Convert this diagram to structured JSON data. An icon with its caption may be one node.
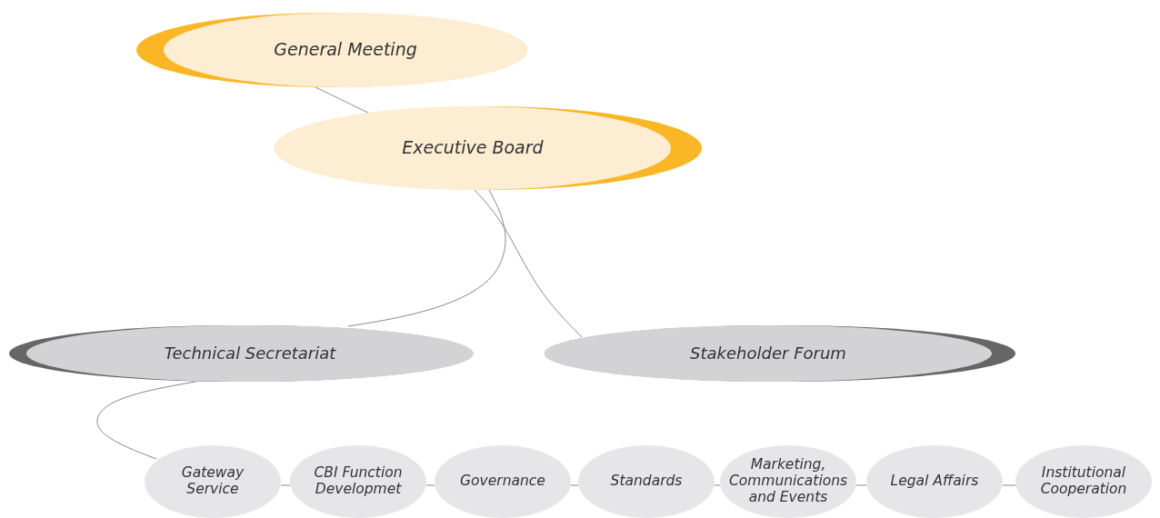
{
  "diagram": {
    "nodes": [
      {
        "text": [
          "General Meeting"
        ]
      },
      {
        "text": [
          "Executive Board"
        ]
      },
      {
        "text": [
          "Technical Secretariat"
        ]
      },
      {
        "text": [
          "Stakeholder Forum"
        ]
      },
      {
        "text": [
          "Gateway Service"
        ]
      },
      {
        "text": [
          "CBI Function Developmet"
        ]
      },
      {
        "text": [
          "Governance"
        ]
      },
      {
        "text": [
          "Standards"
        ]
      },
      {
        "text": [
          "Marketing, Communications and Events"
        ]
      },
      {
        "text": [
          "Legal Affairs"
        ]
      },
      {
        "text": [
          "Institutional Cooperation"
        ]
      }
    ],
    "edges": [
      {
        "from": 0,
        "to": 1,
        "arrow": "none"
      },
      {
        "from": 1,
        "to": 2,
        "arrow": "none"
      },
      {
        "from": 1,
        "to": 3,
        "arrow": "none"
      },
      {
        "from": 2,
        "to": 4,
        "arrow": "none"
      },
      {
        "from": 4,
        "to": 5,
        "arrow": "none"
      },
      {
        "from": 5,
        "to": 6,
        "arrow": "none"
      },
      {
        "from": 6,
        "to": 7,
        "arrow": "none"
      },
      {
        "from": 7,
        "to": 8,
        "arrow": "none"
      },
      {
        "from": 8,
        "to": 9,
        "arrow": "none"
      },
      {
        "from": 9,
        "to": 10,
        "arrow": "none"
      }
    ]
  }
}
